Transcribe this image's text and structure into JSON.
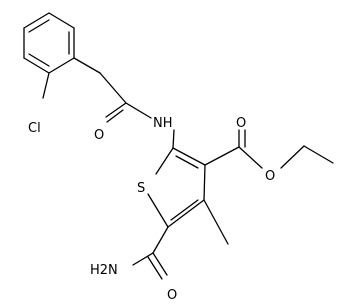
{
  "molecule": {
    "atom_labels": {
      "chlorine": "Cl",
      "amide_nh": "NH",
      "amide_o": "O",
      "thiophene_s": "S",
      "ester_o_carbonyl": "O",
      "ester_o_ether": "O",
      "carboxamide_nh2": "H2N",
      "carboxamide_o": "O"
    }
  }
}
